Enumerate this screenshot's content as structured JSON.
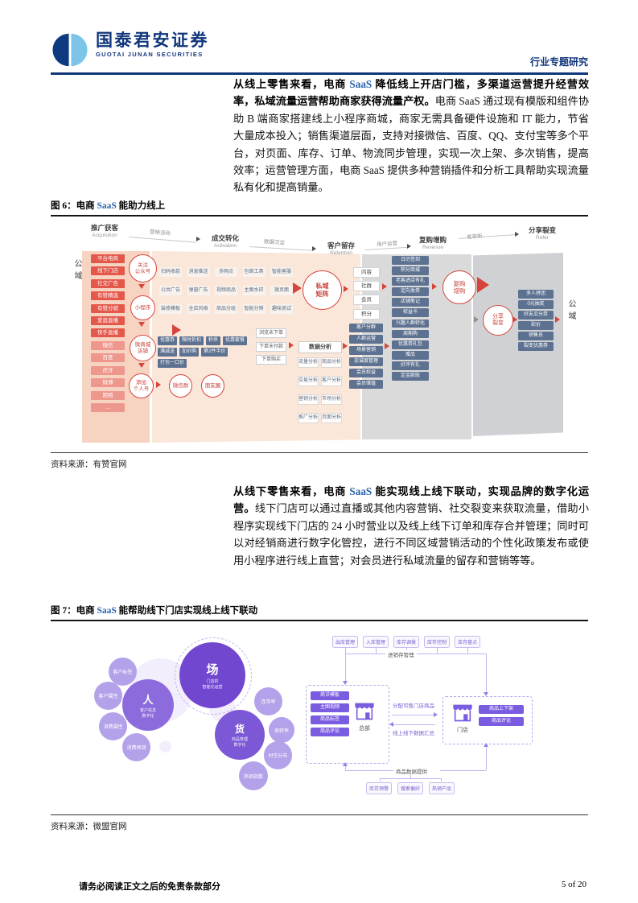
{
  "header": {
    "brand_cn": "国泰君安证券",
    "brand_en": "GUOTAI JUNAN SECURITIES",
    "report_type": "行业专题研究"
  },
  "para1": {
    "bold1": "从线上零售来看，电商 ",
    "saas": "SaaS",
    "bold2": " 降低线上开店门槛，多渠道运营提升经营效率，私域流量运营帮助商家获得流量产权。",
    "rest": "电商 SaaS 通过现有模版和组件协助 B 端商家搭建线上小程序商城，商家无需具备硬件设施和 IT 能力，节省大量成本投入；销售渠道层面，支持对接微信、百度、QQ、支付宝等多个平台，对页面、库存、订单、物流同步管理，实现一次上架、多次销售，提高效率；运营管理方面，电商 SaaS 提供多种营销插件和分析工具帮助实现流量私有化和提高销量。"
  },
  "para2": {
    "bold1": "从线下零售来看，电商 ",
    "saas": "SaaS",
    "bold2": " 能实现线上线下联动，实现品牌的数字化运营。",
    "rest": "线下门店可以通过直播或其他内容营销、社交裂变来获取流量，借助小程序实现线下门店的 24 小时营业以及线上线下订单和库存合并管理；同时可以对经销商进行数字化管控，进行不同区域营销活动的个性化政策发布或使用小程序进行线上直营；对会员进行私域流量的留存和营销等等。"
  },
  "figure6": {
    "title_prefix": "图 6：电商 ",
    "title_saas": "SaaS",
    "title_suffix": " 能助力线上",
    "source": "资料来源：有赞官网",
    "domain_left": "公域",
    "domain_right": "公域",
    "stages": [
      {
        "cn": "推广获客",
        "en": "Acquisition"
      },
      {
        "cn": "成交转化",
        "en": "Activation"
      },
      {
        "cn": "客户留存",
        "en": "Retention"
      },
      {
        "cn": "复购增购",
        "en": "Revenue"
      },
      {
        "cn": "分享裂变",
        "en": "Refer"
      }
    ],
    "stage_arrows": [
      "营销活动",
      "数据沉淀",
      "用户运营",
      "老带新"
    ],
    "channels_bright": [
      "平台电商",
      "线下门店",
      "社交广告",
      "有赞精选",
      "有赞分销",
      "爱逛直播",
      "快手直播"
    ],
    "channels_muted": [
      "微信",
      "百度",
      "虎牙",
      "微博",
      "陌陌",
      "…"
    ],
    "flow_circles": [
      "关注\n公众号",
      "小程序",
      "微商城\n店铺",
      "添加\n个人号",
      "微信群",
      "朋友圈"
    ],
    "activation_grid": [
      "扫码收款",
      "消息推送",
      "多网点",
      "包邮工具",
      "智能客服",
      "公共广告",
      "弹窗广告",
      "视频商品",
      "主图水印",
      "微页面",
      "装修模板",
      "全店风格",
      "商品分组",
      "智能分销",
      "趣味测试"
    ],
    "promo_grid": [
      "优惠券",
      "限时折扣",
      "秒杀",
      "优惠套餐",
      "满减送",
      "加价购",
      "第2件半价",
      "打包一口价"
    ],
    "order_states": [
      "浏览未下单",
      "下单未付款",
      "下单购买"
    ],
    "analysis_title": "数据分析",
    "analysis_grid": [
      "流量分析",
      "商品分析",
      "交易分析",
      "客户分析",
      "营销分析",
      "市场分析",
      "推广分析",
      "页面分析"
    ],
    "matrix_circle": "私域\n矩阵",
    "retention_items": [
      "内容",
      "社群",
      "会员",
      "积分"
    ],
    "crm_items": [
      "客户分群",
      "人群运营",
      "场景营销",
      "忠诚度管理",
      "会员权益",
      "会员储值"
    ],
    "revenue_items": [
      "日历签到",
      "积分商城",
      "老客进店有礼",
      "定向发券",
      "店铺笔记",
      "权益卡",
      "兴趣人群转化",
      "周期购",
      "优惠券礼包",
      "赠品",
      "好评有礼",
      "定金膨胀"
    ],
    "repurchase_circle": "复购\n增购",
    "share_circle": "分享\n裂变",
    "refer_items": [
      "多人拼团",
      "0元抽奖",
      "好友瓜分券",
      "砍价",
      "销售员",
      "裂变优惠券"
    ]
  },
  "figure7": {
    "title_prefix": "图 7：电商 ",
    "title_saas": "SaaS",
    "title_suffix": " 能帮助线下门店实现线上线下联动",
    "source": "资料来源：微盟官网",
    "bubbles_main": [
      {
        "label": "场",
        "sub": "门店的\n智能化运营"
      },
      {
        "label": "人",
        "sub": "客户信息\n数字化"
      },
      {
        "label": "货",
        "sub": "商品管理\n数字化"
      }
    ],
    "bubbles_small": [
      "客户标签",
      "客户属性",
      "消费属性",
      "消费预测",
      "连带率",
      "周转率",
      "时空分布",
      "热销指数"
    ],
    "inventory_boxes": [
      "出库管理",
      "入库管理",
      "库存调拨",
      "库存控制",
      "库存盘点"
    ],
    "inventory_label": "进销存管理",
    "hq_label": "总部",
    "hq_items": [
      "商详模板",
      "主图视频",
      "商品标签",
      "商品评论"
    ],
    "store_label": "门店",
    "store_items": [
      "商品上下架",
      "商品评论"
    ],
    "arrow_top_label": "分配可售门店商品",
    "arrow_bottom_label": "线上线下数据汇总",
    "data_label": "商品数据提供",
    "data_boxes": [
      "库存预警",
      "搜索偏好",
      "热销产品"
    ]
  },
  "footer": {
    "disclaimer": "请务必阅读正文之后的免责条款部分",
    "page": "5 of 20"
  }
}
